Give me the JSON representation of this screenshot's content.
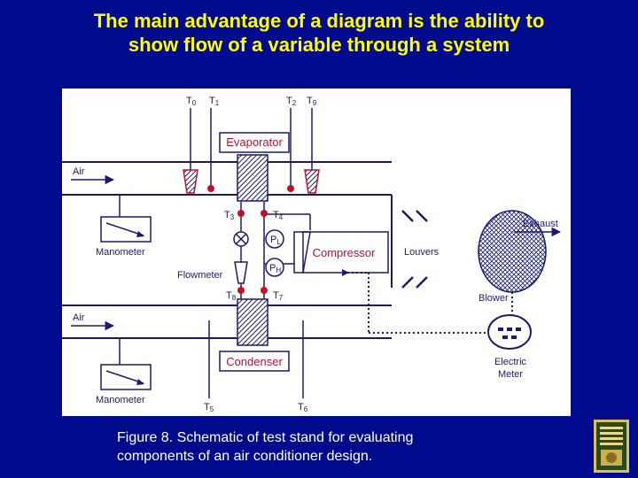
{
  "title": {
    "line1": "The main advantage of a diagram is the ability to",
    "line2": "show flow of a variable through a system"
  },
  "diagram": {
    "labels": {
      "evaporator": "Evaporator",
      "condenser": "Condenser",
      "compressor": "Compressor",
      "air_top": "Air",
      "air_bottom": "Air",
      "manometer_top": "Manometer",
      "manometer_bottom": "Manometer",
      "flowmeter": "Flowmeter",
      "louvers": "Louvers",
      "exhaust": "Exhaust",
      "blower": "Blower",
      "electric": "Electric",
      "meter": "Meter"
    },
    "temps": {
      "t0": {
        "base": "T",
        "sub": "0"
      },
      "t1": {
        "base": "T",
        "sub": "1"
      },
      "t2": {
        "base": "T",
        "sub": "2"
      },
      "t9": {
        "base": "T",
        "sub": "9"
      },
      "t3": {
        "base": "T",
        "sub": "3"
      },
      "t4": {
        "base": "T",
        "sub": "4"
      },
      "t8": {
        "base": "T",
        "sub": "8"
      },
      "t7": {
        "base": "T",
        "sub": "7"
      },
      "t5": {
        "base": "T",
        "sub": "5"
      },
      "t6": {
        "base": "T",
        "sub": "6"
      },
      "pl": {
        "base": "P",
        "sub": "L"
      },
      "ph": {
        "base": "P",
        "sub": "H"
      }
    },
    "colors": {
      "line": "#1a1a6e",
      "accent": "#c0102a",
      "background": "#000a8c",
      "title": "#ffff00"
    }
  },
  "caption": {
    "line1": "Figure 8. Schematic of test stand for evaluating",
    "line2": "components of an air conditioner design."
  }
}
